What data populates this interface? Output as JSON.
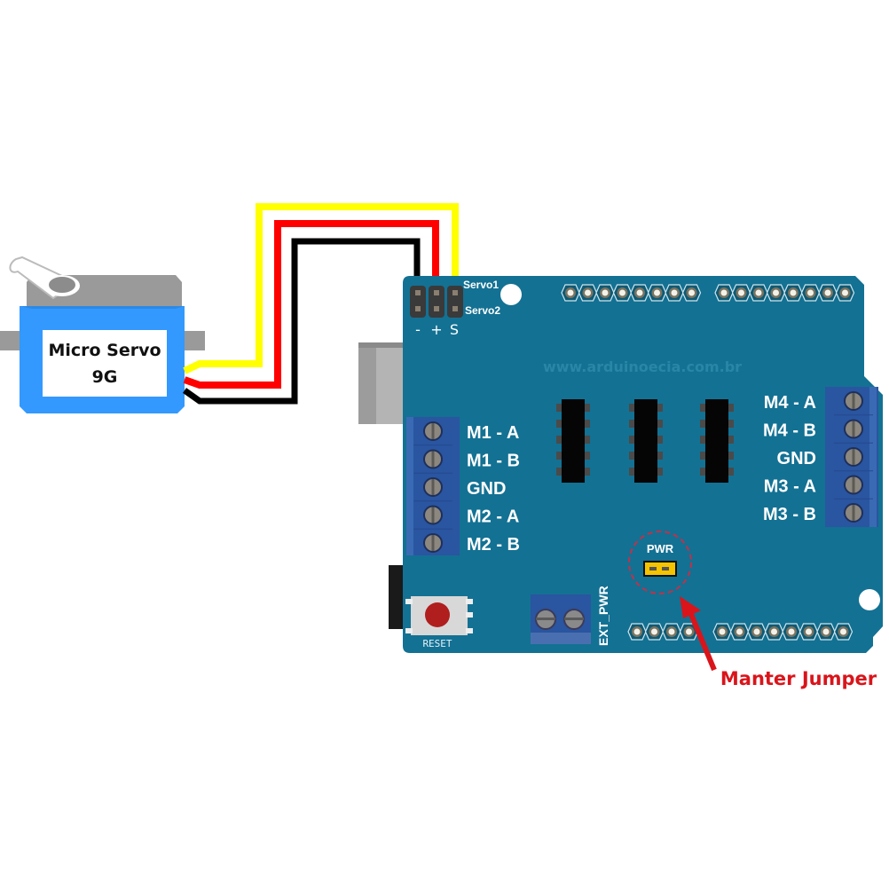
{
  "servo": {
    "label_line1": "Micro Servo",
    "label_line2": "9G",
    "body_color": "#3399ff",
    "top_color": "#9a9a9a"
  },
  "wires": [
    {
      "name": "signal",
      "color": "#ffff00",
      "pin": "S"
    },
    {
      "name": "power",
      "color": "#ff0000",
      "pin": "+"
    },
    {
      "name": "ground",
      "color": "#000000",
      "pin": "-"
    }
  ],
  "shield": {
    "board_color": "#137193",
    "watermark": "www.arduinoecia.com.br",
    "servo_header": {
      "row_labels": [
        "Servo1",
        "Servo2"
      ],
      "pin_labels": [
        "-",
        "+",
        "S"
      ]
    },
    "left_terminal": {
      "labels": [
        "M1 - A",
        "M1 - B",
        "GND",
        "M2 - A",
        "M2 - B"
      ]
    },
    "right_terminal": {
      "labels": [
        "M4 - A",
        "M4 - B",
        "GND",
        "M3 - A",
        "M3 - B"
      ]
    },
    "ext_power": {
      "label": "EXT_PWR"
    },
    "reset_button": {
      "label": "RESET"
    },
    "jumper": {
      "label": "PWR",
      "color": "#f5c400"
    },
    "header_top_left_count": 8,
    "header_top_right_count": 8,
    "header_bottom_left_count": 4,
    "header_bottom_right_count": 8,
    "ic_count": 3
  },
  "annotation": {
    "text": "Manter Jumper",
    "color": "#d9151b"
  }
}
